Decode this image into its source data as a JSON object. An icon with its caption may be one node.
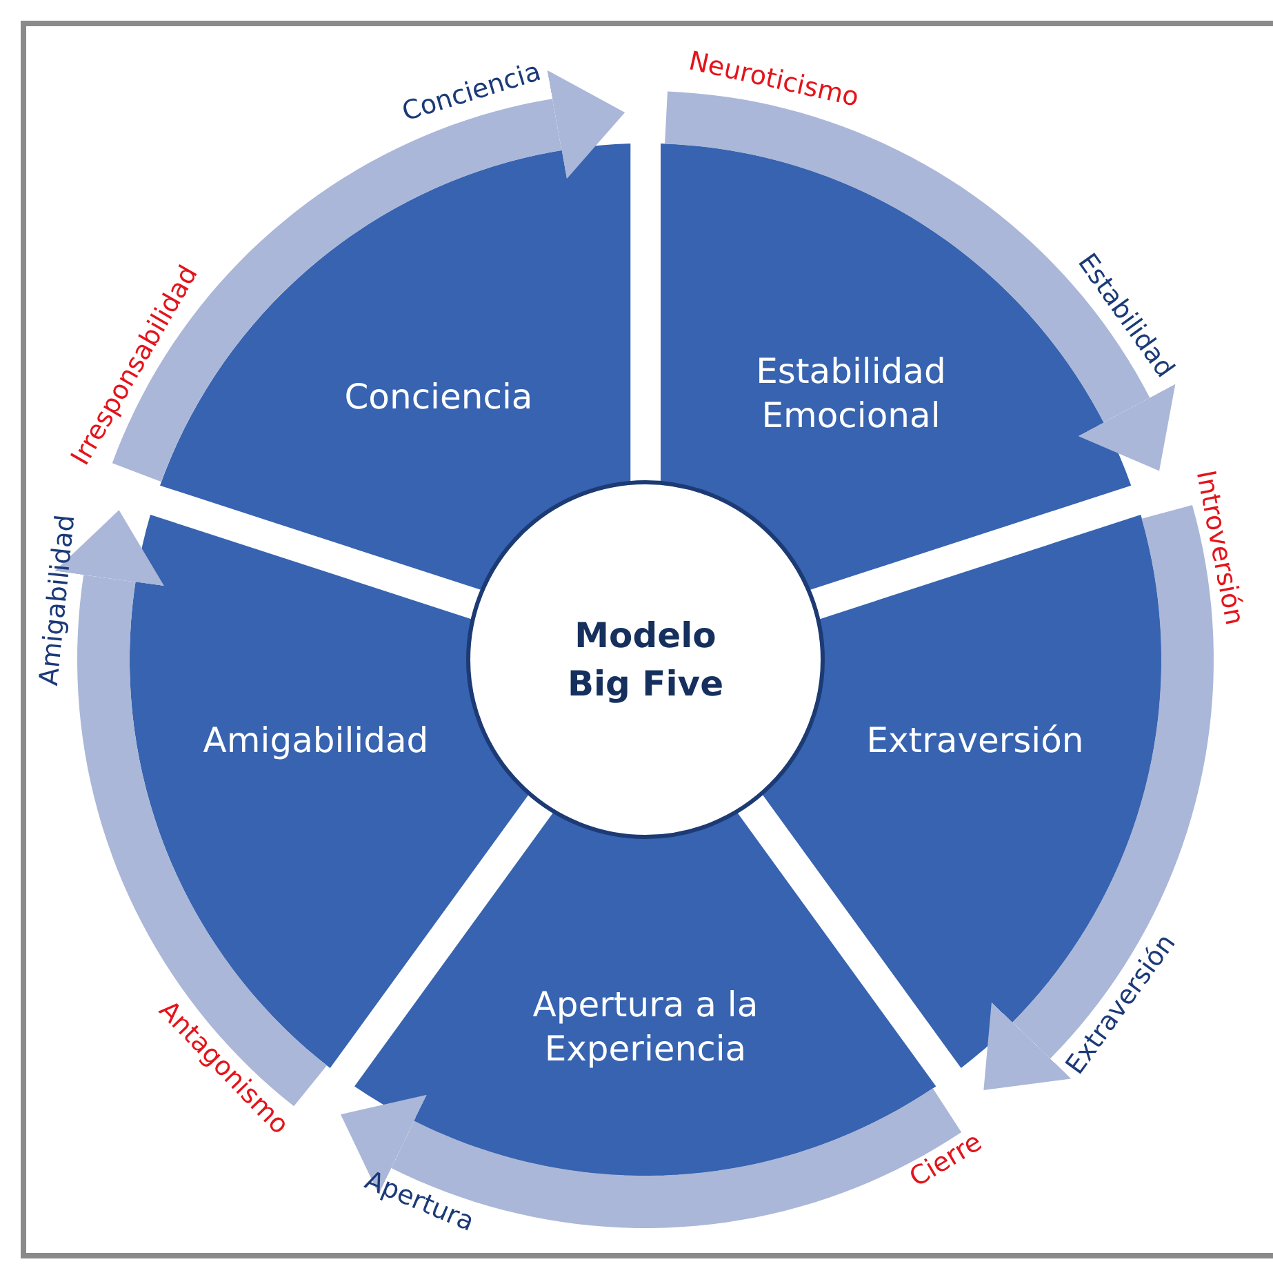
{
  "diagram": {
    "nodes": [
      {
        "text": [
          "Conciencia"
        ]
      },
      {
        "text": [
          "Estabilidad Emocional"
        ]
      },
      {
        "text": [
          "Modelo Big Five"
        ]
      },
      {
        "text": [
          "Amigabilidad"
        ]
      },
      {
        "text": [
          "Extraversión"
        ]
      },
      {
        "text": [
          "Apertura a la Experiencia"
        ]
      },
      {
        "text": [
          "Conciencia"
        ]
      },
      {
        "text": [
          "Neuroticismo"
        ]
      },
      {
        "text": [
          "Irresponsabilidad"
        ]
      },
      {
        "text": [
          "Estabilidad"
        ]
      },
      {
        "text": [
          "Amigabilidad"
        ]
      },
      {
        "text": [
          "Introversión"
        ]
      },
      {
        "text": [
          "Antagonismo"
        ]
      },
      {
        "text": [
          "Extraversión"
        ]
      },
      {
        "text": [
          "Apertura"
        ]
      },
      {
        "text": [
          "Cierre"
        ]
      }
    ],
    "edges": [
      {
        "from": 8,
        "to": 6,
        "arrow": "to"
      },
      {
        "from": 7,
        "to": 9,
        "arrow": "to"
      },
      {
        "from": 11,
        "to": 13,
        "arrow": "to"
      },
      {
        "from": 15,
        "to": 14,
        "arrow": "to"
      },
      {
        "from": 12,
        "to": 10,
        "arrow": "to"
      }
    ]
  }
}
